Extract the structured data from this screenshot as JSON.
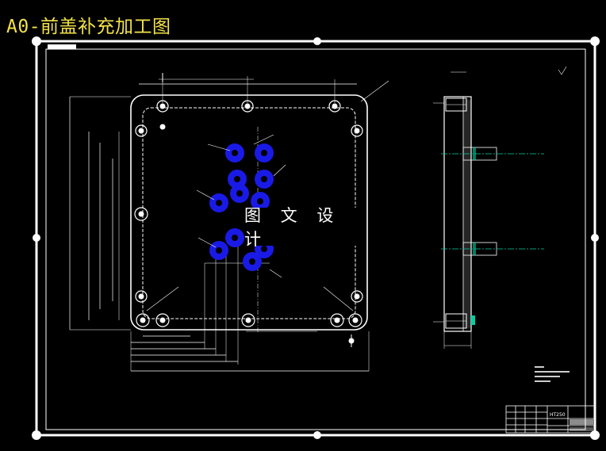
{
  "title": "A0-前盖补充加工图",
  "watermark": "图 文 设 计",
  "title_block": {
    "material": "HT250"
  },
  "colors": {
    "background": "#000000",
    "title": "#f2e24a",
    "lines": "#ffffff",
    "holes": "#1a1ae6",
    "centerline": "#00d0a0"
  }
}
